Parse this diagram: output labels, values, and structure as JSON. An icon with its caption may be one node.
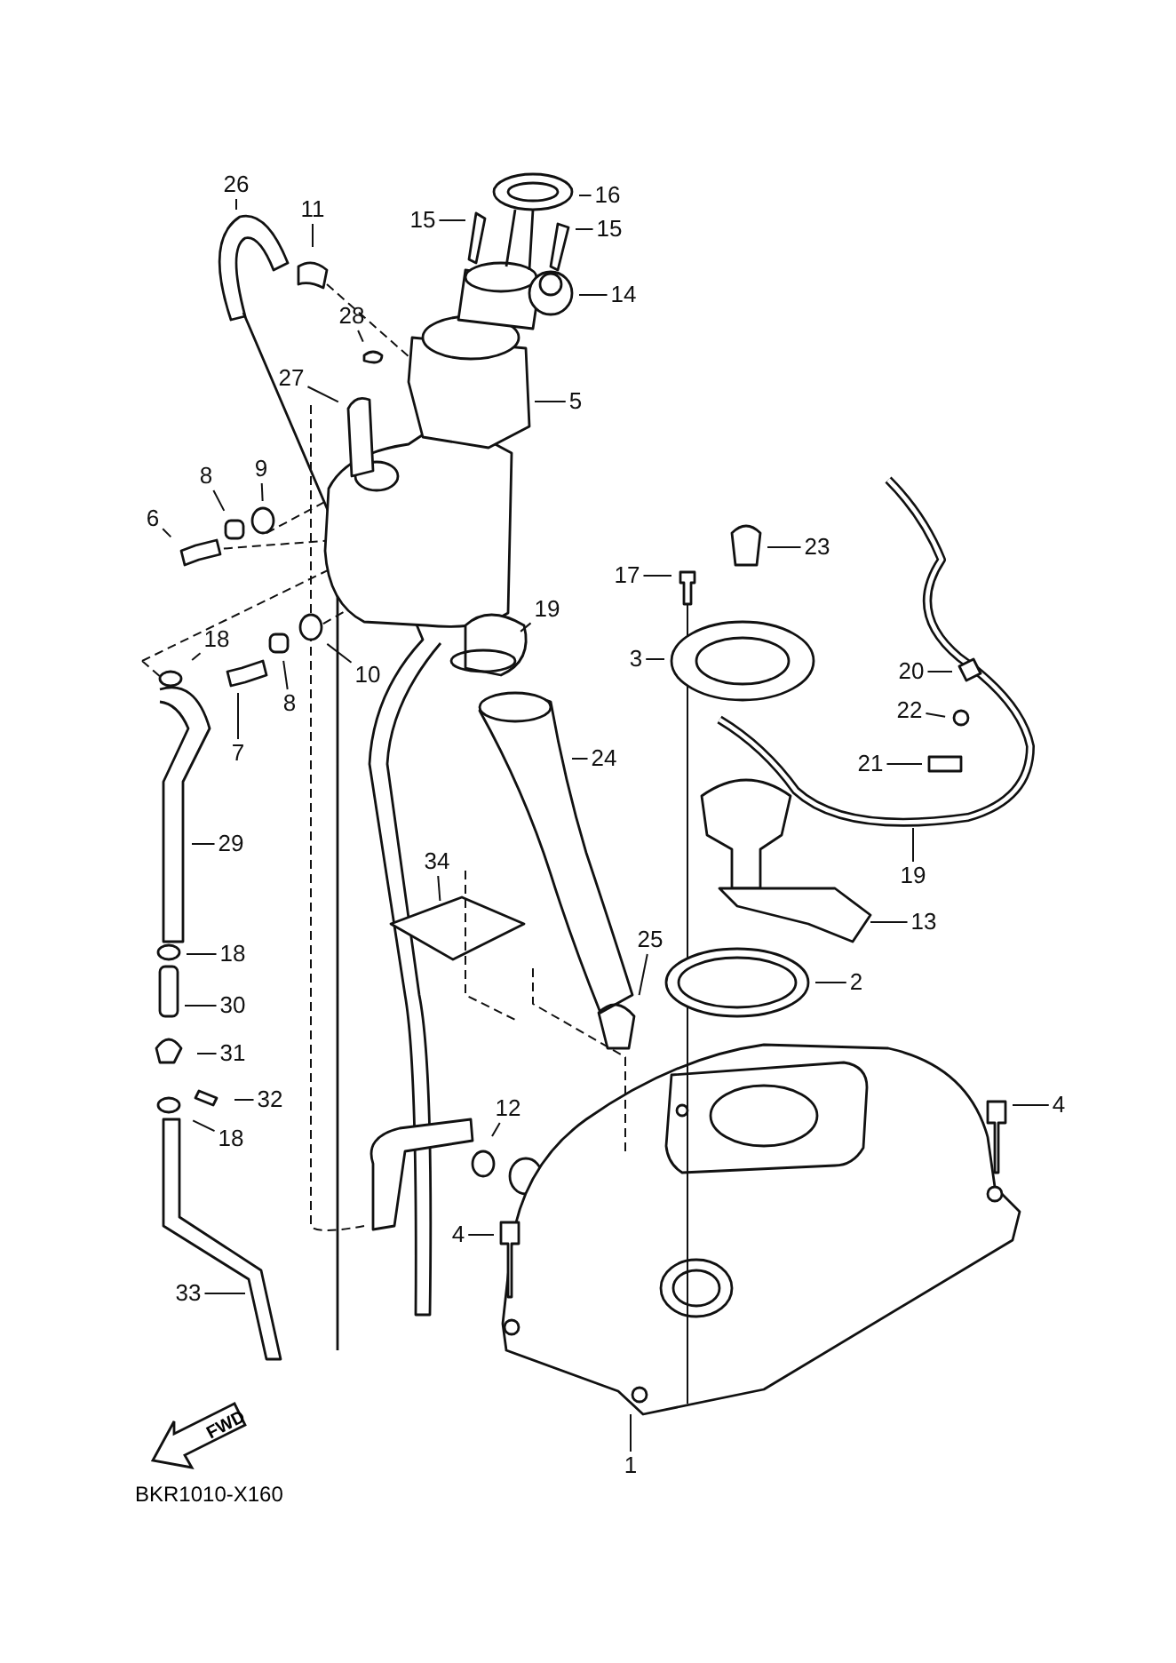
{
  "diagram": {
    "nodes": [
      {
        "text": [
          "26"
        ]
      },
      {
        "text": [
          "11"
        ]
      },
      {
        "text": [
          "16"
        ]
      },
      {
        "text": [
          "15"
        ]
      },
      {
        "text": [
          "15"
        ]
      },
      {
        "text": [
          "14"
        ]
      },
      {
        "text": [
          "28"
        ]
      },
      {
        "text": [
          "27"
        ]
      },
      {
        "text": [
          "5"
        ]
      },
      {
        "text": [
          "9"
        ]
      },
      {
        "text": [
          "8"
        ]
      },
      {
        "text": [
          "6"
        ]
      },
      {
        "text": [
          "17"
        ]
      },
      {
        "text": [
          "23"
        ]
      },
      {
        "text": [
          "3"
        ]
      },
      {
        "text": [
          "19"
        ]
      },
      {
        "text": [
          "20"
        ]
      },
      {
        "text": [
          "18"
        ]
      },
      {
        "text": [
          "8"
        ]
      },
      {
        "text": [
          "7"
        ]
      },
      {
        "text": [
          "10"
        ]
      },
      {
        "text": [
          "22"
        ]
      },
      {
        "text": [
          "21"
        ]
      },
      {
        "text": [
          "24"
        ]
      },
      {
        "text": [
          "29"
        ]
      },
      {
        "text": [
          "19"
        ]
      },
      {
        "text": [
          "34"
        ]
      },
      {
        "text": [
          "13"
        ]
      },
      {
        "text": [
          "25"
        ]
      },
      {
        "text": [
          "2"
        ]
      },
      {
        "text": [
          "18"
        ]
      },
      {
        "text": [
          "30"
        ]
      },
      {
        "text": [
          "31"
        ]
      },
      {
        "text": [
          "32"
        ]
      },
      {
        "text": [
          "18"
        ]
      },
      {
        "text": [
          "12"
        ]
      },
      {
        "text": [
          "4"
        ]
      },
      {
        "text": [
          "4"
        ]
      },
      {
        "text": [
          "33"
        ]
      },
      {
        "text": [
          "1"
        ]
      }
    ],
    "edges": [
      {
        "from": 0,
        "to": null,
        "arrow": "none"
      },
      {
        "from": 1,
        "to": null,
        "arrow": "none"
      },
      {
        "from": 2,
        "to": null,
        "arrow": "none"
      },
      {
        "from": 3,
        "to": null,
        "arrow": "none"
      },
      {
        "from": 4,
        "to": null,
        "arrow": "none"
      },
      {
        "from": 5,
        "to": null,
        "arrow": "none"
      },
      {
        "from": 6,
        "to": null,
        "arrow": "none"
      },
      {
        "from": 7,
        "to": null,
        "arrow": "none"
      },
      {
        "from": 8,
        "to": null,
        "arrow": "none"
      },
      {
        "from": 9,
        "to": null,
        "arrow": "none"
      },
      {
        "from": 10,
        "to": null,
        "arrow": "none"
      },
      {
        "from": 11,
        "to": null,
        "arrow": "none"
      },
      {
        "from": 12,
        "to": null,
        "arrow": "none"
      },
      {
        "from": 13,
        "to": null,
        "arrow": "none"
      },
      {
        "from": 14,
        "to": null,
        "arrow": "none"
      },
      {
        "from": 15,
        "to": null,
        "arrow": "none"
      },
      {
        "from": 16,
        "to": null,
        "arrow": "none"
      },
      {
        "from": 17,
        "to": null,
        "arrow": "none"
      },
      {
        "from": 18,
        "to": null,
        "arrow": "none"
      },
      {
        "from": 19,
        "to": null,
        "arrow": "none"
      },
      {
        "from": 20,
        "to": null,
        "arrow": "none"
      },
      {
        "from": 21,
        "to": null,
        "arrow": "none"
      },
      {
        "from": 22,
        "to": null,
        "arrow": "none"
      },
      {
        "from": 23,
        "to": null,
        "arrow": "none"
      },
      {
        "from": 24,
        "to": null,
        "arrow": "none"
      },
      {
        "from": 25,
        "to": null,
        "arrow": "none"
      },
      {
        "from": 26,
        "to": null,
        "arrow": "none"
      },
      {
        "from": 27,
        "to": null,
        "arrow": "none"
      },
      {
        "from": 28,
        "to": null,
        "arrow": "none"
      },
      {
        "from": 29,
        "to": null,
        "arrow": "none"
      },
      {
        "from": 30,
        "to": null,
        "arrow": "none"
      },
      {
        "from": 31,
        "to": null,
        "arrow": "none"
      },
      {
        "from": 32,
        "to": null,
        "arrow": "none"
      },
      {
        "from": 33,
        "to": null,
        "arrow": "none"
      },
      {
        "from": 34,
        "to": null,
        "arrow": "none"
      },
      {
        "from": 35,
        "to": null,
        "arrow": "none"
      },
      {
        "from": 36,
        "to": null,
        "arrow": "none"
      },
      {
        "from": 37,
        "to": null,
        "arrow": "none"
      },
      {
        "from": 38,
        "to": null,
        "arrow": "none"
      },
      {
        "from": 39,
        "to": null,
        "arrow": "none"
      }
    ],
    "labels": [
      "FWD",
      "BKR1010-X160"
    ]
  }
}
